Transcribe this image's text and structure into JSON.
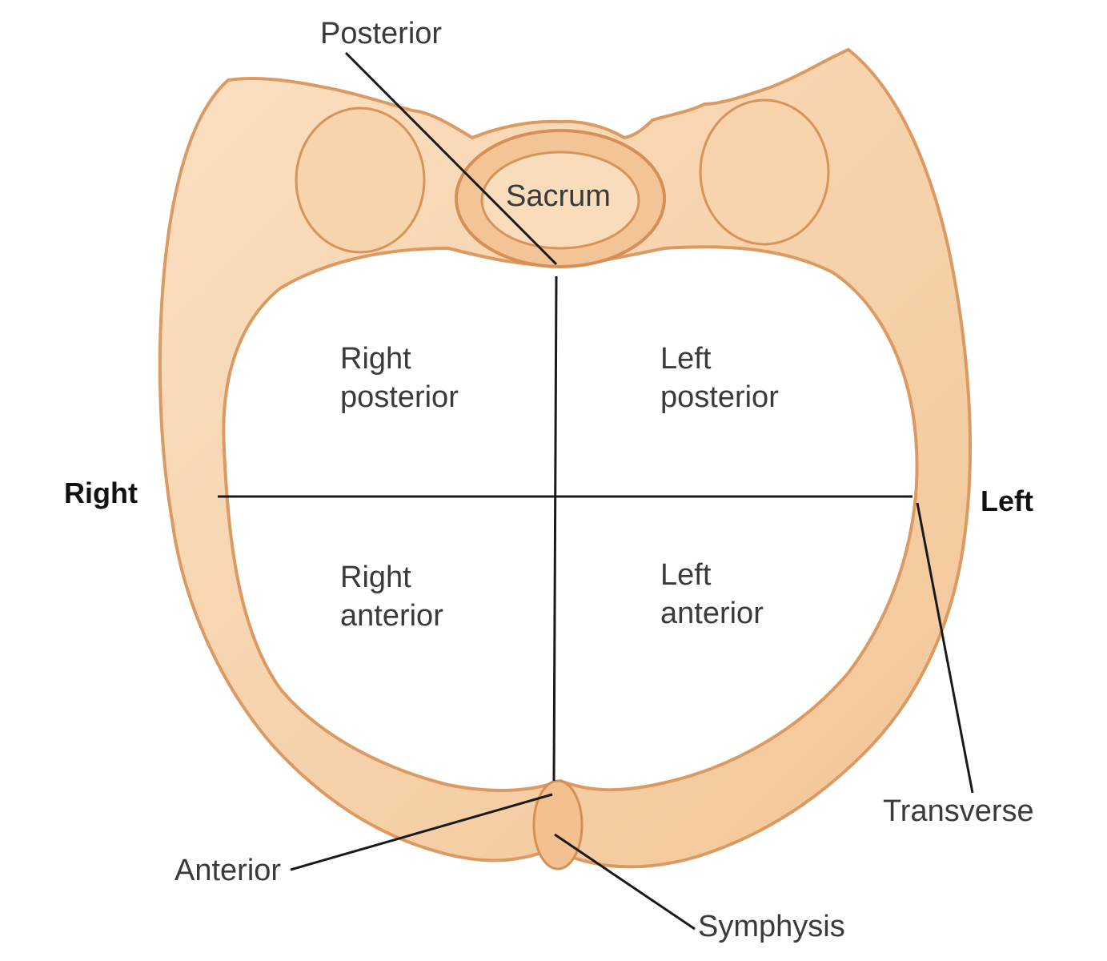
{
  "labels": {
    "posterior": "Posterior",
    "sacrum": "Sacrum",
    "right": "Right",
    "left": "Left",
    "anterior": "Anterior",
    "symphysis": "Symphysis",
    "transverse": "Transverse"
  },
  "quadrants": {
    "right_posterior": [
      "Right",
      "posterior"
    ],
    "left_posterior": [
      "Left",
      "posterior"
    ],
    "right_anterior": [
      "Right",
      "anterior"
    ],
    "left_anterior": [
      "Left",
      "anterior"
    ]
  },
  "colors": {
    "bone_fill": "#f6cfa4",
    "bone_highlight": "#fbe3c8",
    "bone_edge": "#d9955c",
    "line": "#1a1a1a",
    "text": "#3a3a3a"
  }
}
